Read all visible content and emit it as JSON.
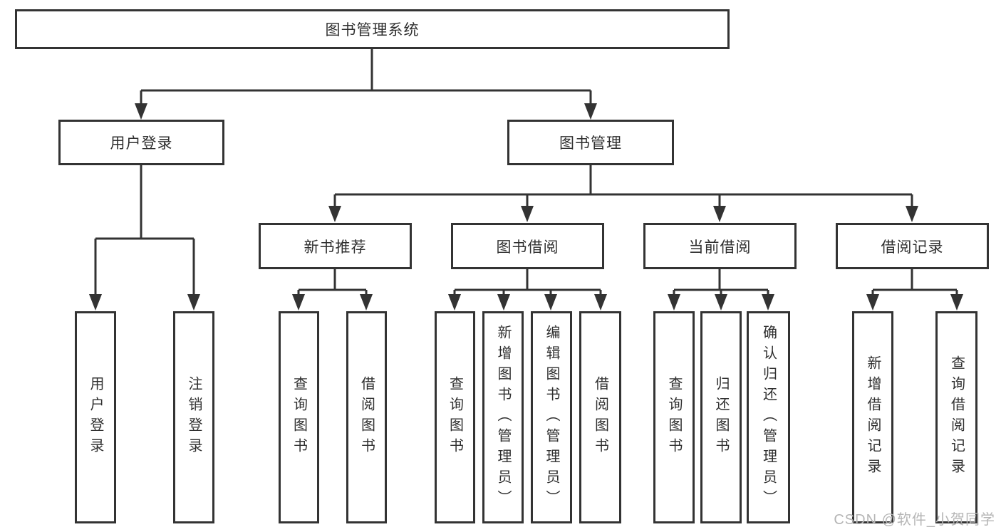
{
  "colors": {
    "line": "#333333",
    "box_border": "#333333",
    "text": "#2f2f2f",
    "background": "#ffffff",
    "watermark": "#b5b5b5"
  },
  "watermark": {
    "text": "CSDN @软件_小贺同学"
  },
  "tree": {
    "root": {
      "label": "图书管理系统"
    },
    "branches": [
      {
        "label": "用户登录",
        "children": [
          {
            "label": "用户登录"
          },
          {
            "label": "注销登录"
          }
        ]
      },
      {
        "label": "图书管理",
        "children": [
          {
            "label": "新书推荐",
            "children": [
              {
                "label": "查询图书"
              },
              {
                "label": "借阅图书"
              }
            ]
          },
          {
            "label": "图书借阅",
            "children": [
              {
                "label": "查询图书"
              },
              {
                "label": "新增图书（管理员）"
              },
              {
                "label": "编辑图书（管理员）"
              },
              {
                "label": "借阅图书"
              }
            ]
          },
          {
            "label": "当前借阅",
            "children": [
              {
                "label": "查询图书"
              },
              {
                "label": "归还图书"
              },
              {
                "label": "确认归还（管理员）"
              }
            ]
          },
          {
            "label": "借阅记录",
            "children": [
              {
                "label": "新增借阅记录"
              },
              {
                "label": "查询借阅记录"
              }
            ]
          }
        ]
      }
    ]
  }
}
